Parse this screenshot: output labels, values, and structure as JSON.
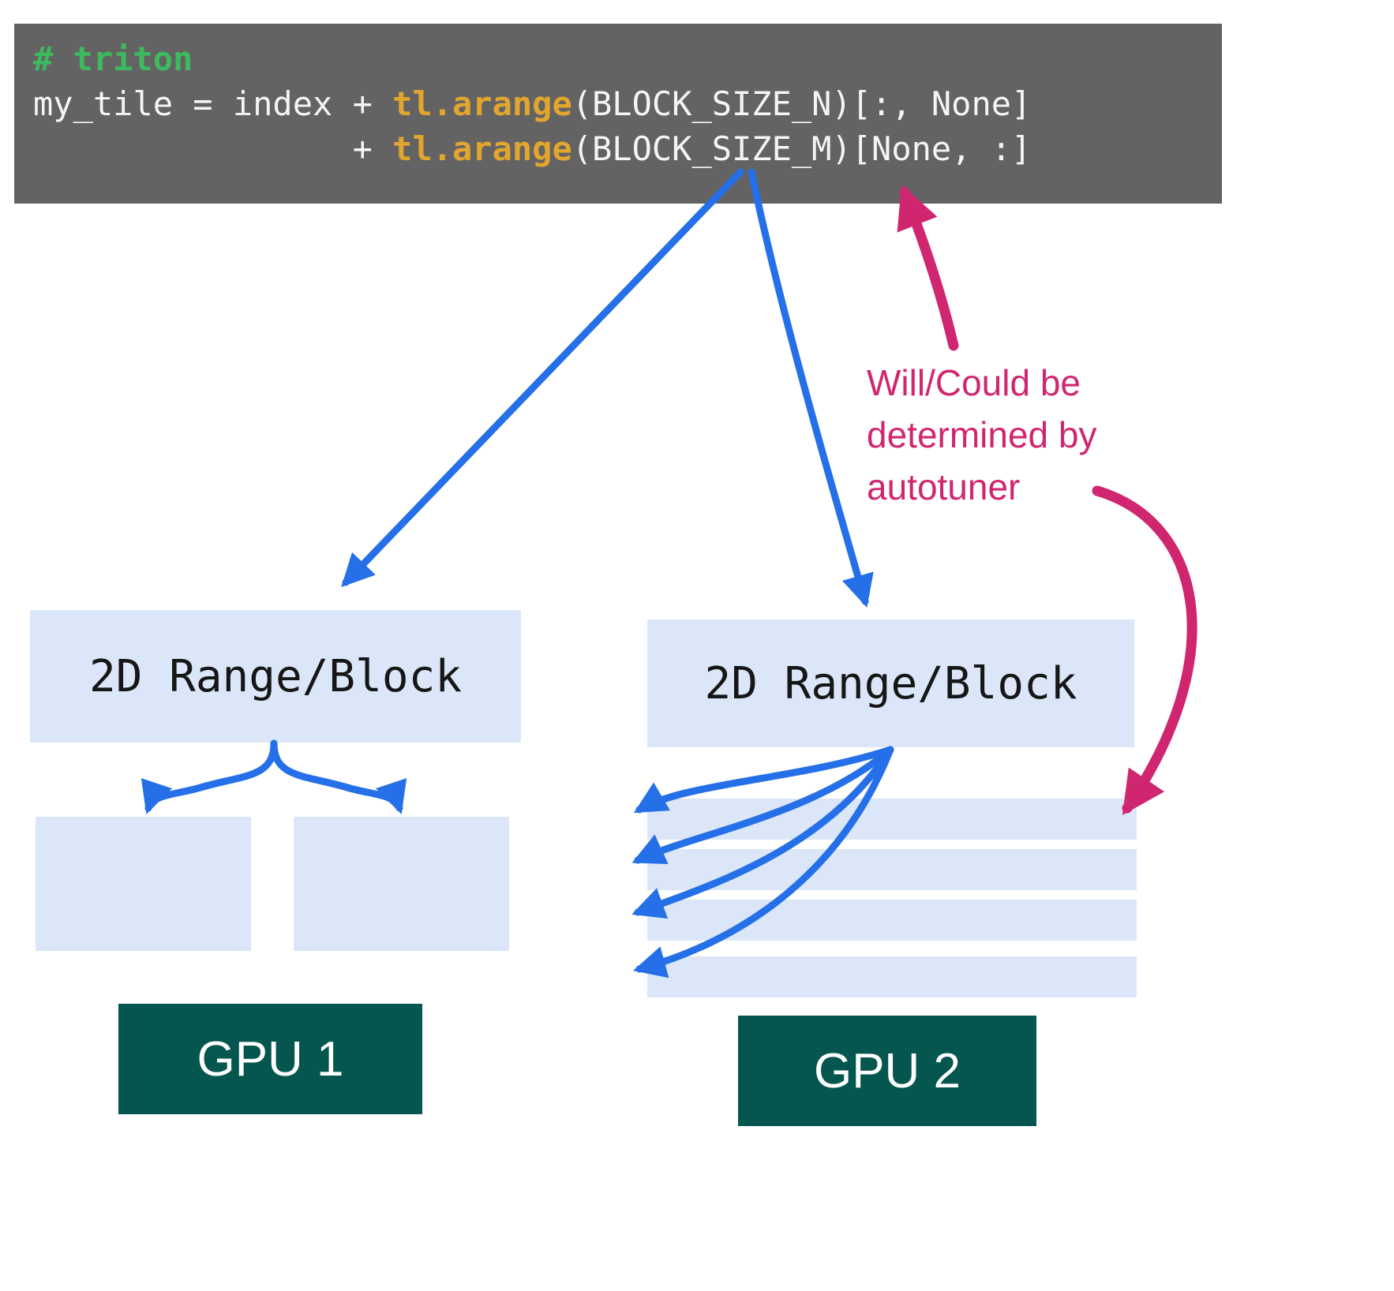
{
  "code_block": {
    "comment": "# triton",
    "line2": {
      "pre": "my_tile = index + ",
      "fn": "tl.arange",
      "post": "(BLOCK_SIZE_N)[:, None]"
    },
    "line3": {
      "pre": "                + ",
      "fn": "tl.arange",
      "post": "(BLOCK_SIZE_M)[None, :]"
    }
  },
  "annotation": {
    "lines": [
      "Will/Could be",
      "determined by",
      "autotuner"
    ]
  },
  "left": {
    "block_label": "2D Range/Block",
    "gpu_label": "GPU 1"
  },
  "right": {
    "block_label": "2D Range/Block",
    "gpu_label": "GPU 2"
  },
  "colors": {
    "code_background": "#636363",
    "code_text": "#f5f5f5",
    "comment_green": "#3dba5d",
    "function_orange": "#e2a52e",
    "box_light_blue": "#dbe7f8",
    "arrow_blue": "#2570e8",
    "annotation_pink": "#d02670",
    "gpu_teal": "#04564e"
  }
}
